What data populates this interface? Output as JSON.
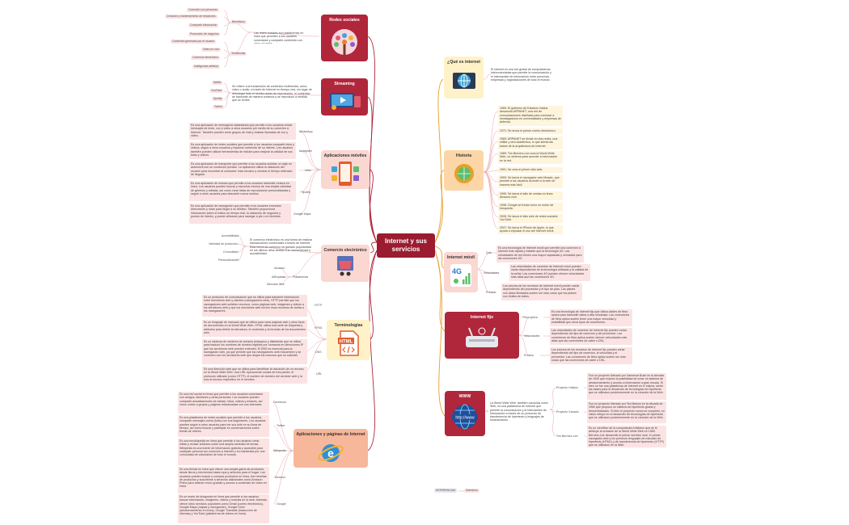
{
  "center": "Internet y sus servicios",
  "colors": {
    "left_branch": "#b0263b",
    "right_branch": "#e3a12a",
    "center": "#9b1b30"
  },
  "redes": {
    "title": "Redes sociales",
    "desc": "Las redes sociales son plataformas en línea que permiten a los usuarios conectarse y compartir contenido con otros usuarios.",
    "beneficios_label": "Beneficios",
    "beneficios": [
      "Conexión con personas",
      "Creación y mantenimiento de relaciones",
      "Compartir información",
      "Promoción de negocios"
    ],
    "tendencias_label": "Tendencias",
    "tendencias": [
      "Contenido generado por el usuario",
      "Video en vivo",
      "Comercio electrónico",
      "Inteligencia artificial"
    ]
  },
  "streaming": {
    "title": "Streaming",
    "desc": "Se refiere a la transmisión de contenido multimedia, como video o audio, a través de Internet en tiempo real, sin lugar de descargar todo el archivo antes de reproducirlo, el contenido se transmite de manera continua y se reproduce a medida que se recibe.",
    "items": [
      "Netflix",
      "YouTube",
      "Spotify",
      "Twitch"
    ]
  },
  "apps": {
    "title": "Aplicaciones móviles",
    "items": [
      {
        "label": "WhatsApp",
        "text": "Es una aplicación de mensajería instantánea que permite a los usuarios enviar mensajes de texto, voz y video a otros usuarios por medio de su conexión a Internet. También pueden crear grupos de chat y realizar llamadas de voz y video."
      },
      {
        "label": "Instagram",
        "text": "Es una aplicación de redes sociales que permite a los usuarios compartir fotos y videos, seguir a otros usuarios y explorar contenido de su interés. Los usuarios también pueden utilizar herramientas de edición para mejorar la calidad de sus fotos y videos."
      },
      {
        "label": "Uber",
        "text": "Es una aplicación de transporte que permite a los usuarios solicitar un viaje en automóvil con un conductor privado. La aplicación utiliza la ubicación del usuario para encontrar al conductor más cercano y mostrar el tiempo estimado de llegada."
      },
      {
        "label": "Spotify",
        "text": "Es una aplicación de música que permite a los usuarios transmitir música en línea. Los usuarios pueden buscar y escuchar música de una amplia variedad de géneros y artistas, así como crear listas de reproducción personalizadas y seguir a otros usuarios para descubrir nueva música."
      },
      {
        "label": "Google Maps",
        "text": "Es una aplicación de navegación que permite a los usuarios encontrar direcciones y rutas para llegar a un destino. También proporciona información sobre el tráfico en tiempo real, la ubicación de negocios y puntos de interés, y puede utilizarse para navegar a pie o en bicicleta."
      }
    ]
  },
  "comercio": {
    "title": "Comercio electrónico",
    "desc": "El comercio electrónico es una forma de realizar transacciones comerciales a través de Internet. Esta forma de comercio ha ganado popularidad en los últimos años debido a su conveniencia y accesibilidad.",
    "left": [
      "Accesibilidad",
      "Variedad de productos",
      "Comodidad",
      "Personalización"
    ],
    "plat_label": "Plataformas",
    "plataformas": [
      "Amazon",
      "AliExpress",
      "Mercado libre"
    ]
  },
  "termino": {
    "title": "Terminologías",
    "items": [
      {
        "label": "HTTP",
        "text": "Es un protocolo de comunicación que se utiliza para transferir información entre servidores web y clientes (navegadores web). HTTP permite que los navegadores web soliciten recursos, como páginas web, imágenes y videos a los servidores web y que los servidores web envíen esos recursos de vuelta a los navegadores."
      },
      {
        "label": "HTML",
        "text": "Es un lenguaje de marcado que se utiliza para crear páginas web y otros tipos de documentos en la World Wide Web. HTML utiliza una serie de etiquetas y atributos para definir la estructura, el contenido y la formato de los documentos web."
      },
      {
        "label": "DNS",
        "text": "Es un sistema de nombres de dominio jerárquico y distribuido que se utiliza para traducir los nombres de dominio legibles por humanos en direcciones IP que los servidores web pueden entender. El DNS es esencial para la navegación web, ya que permite que los navegadores web encuentren y se conecten con los servidores web que alojan los recursos que se solicitan."
      },
      {
        "label": "URL",
        "text": "Es una dirección web que se utiliza para identificar la ubicación de un recurso en la World Wide Web. Una URL típicamente consta de tres partes: el protocolo utilizado (como HTTP), el nombre de dominio del servidor web y la ruta al recurso específico en el servidor."
      }
    ]
  },
  "paginas": {
    "title": "Aplicaciones y páginas de Internet",
    "items": [
      {
        "label": "Facebook",
        "text": "Es una red social en línea que permite a los usuarios conectarse con amigos, familiares y otras personas. Los usuarios pueden compartir actualizaciones de estado, fotos, videos y enlaces, así como unirse a grupos y páginas relacionadas con sus intereses."
      },
      {
        "label": "Twitter",
        "text": "Es una plataforma de redes sociales que permite a los usuarios compartir mensajes cortos (tuits) con sus seguidores. Los usuarios pueden seguir a otros usuarios para ver sus tuits en su línea de tiempo, así como buscar y participar en conversaciones sobre temas de interés."
      },
      {
        "label": "Wikipedia",
        "text": "Es una enciclopedia en línea que permite a los usuarios crear, editar y revisar artículos sobre una amplia variedad de temas. Wikipedia es una fuente de información gratuita y accesible para cualquier persona con conexión a Internet y es mantenida por una comunidad de voluntarios de todo el mundo."
      },
      {
        "label": "Amazon",
        "text": "Es una tienda en línea que ofrece una amplia gama de productos, desde libros y electrónica hasta ropa y artículos para el hogar. Los usuarios pueden buscar y comprar productos en línea, leer reseñas de productos y suscribirse a servicios adicionales como Amazon Prime para obtener envío gratuito y acceso a contenido de video en línea."
      },
      {
        "label": "Google",
        "text": "Es un motor de búsqueda en línea que permite a los usuarios buscar información, imágenes, videos y noticias en la web. Además, ofrece otros servicios populares como Gmail (correo electrónico), Google Maps (mapas y navegación), Google Drive (almacenamiento en línea), Google Translate (traducción de idiomas) y YouTube (plataforma de videos en línea)."
      }
    ]
  },
  "que_es": {
    "title": "¿Qué es internet",
    "desc": "El internet es una red global de computadoras interconectadas que permite la comunicación y el intercambio de información entre personas, empresas y organizaciones de todo el mundo."
  },
  "historia": {
    "title": "Historia",
    "items": [
      "1969: El gobierno de Estados Unidos desarrolla ARPANET, una red de comunicaciones diseñada para conectar a investigadores en universidades y empresas de defensa.",
      "1971: Se envía el primer correo electrónico.",
      "1983: ARPANET se divide en dos redes, una militar y otra académica, lo que sienta las bases de la arquitectura de Internet.",
      "1989: Tim Berners-Lee crea la World Wide Web, un sistema para acceder a información en la red.",
      "1991: Se crea el primer sitio web.",
      "1993: Se lanza el navegador web Mosaic, que permite a los usuarios acceder a la web de manera más fácil.",
      "1995: Se lanza el sitio de ventas en línea Amazon.com.",
      "1998: Google se funda como un motor de búsqueda.",
      "2005: Se lanza el sitio web de redes sociales YouTube.",
      "2007: Se lanza el iPhone de Apple, lo que ayuda a impulsar el uso del Internet móvil."
    ]
  },
  "movil": {
    "title": "Internet móvil",
    "items": [
      {
        "label": "Qué",
        "text": "Es una tecnología de Internet móvil que permite una conexión a Internet más rápida y estable que la tecnología 3G. Las velocidades de red tienen una mayor capacidad y velocidad para las conexiones 5G."
      },
      {
        "label": "Velocidades",
        "text": "Las velocidades de conexión de Internet móvil pueden variar dependiendo de la tecnología utilizada y la calidad de la señal. Las conexiones 4G pueden ofrecer velocidades más altas que las conexiones 3G."
      },
      {
        "label": "Precios",
        "text": "Los precios de los servicios de Internet móvil pueden variar dependiendo del proveedor y el tipo de plan. Los planes con datos ilimitados suelen ser más caros que los planes con límites de datos."
      }
    ]
  },
  "fijo": {
    "title": "Internet fijo",
    "items": [
      {
        "label": "Fibra óptica",
        "text": "Es una tecnología de Internet fijo que utiliza cables de fibra óptica para transmitir datos a alta velocidad. Las conexiones de fibra óptica suelen tener una mayor velocidad y estabilidad que otros tipos de conexiones."
      },
      {
        "label": "Velocidades",
        "text": "Las velocidades de conexión de Internet fijo pueden variar dependiendo del tipo de conexión y del proveedor. Las conexiones de fibra óptica suelen ofrecer velocidades más altas que las conexiones de cable o DSL."
      },
      {
        "label": "Precios",
        "text": "Los precios de los servicios de Internet fijo pueden variar dependiendo del tipo de conexión, la velocidad y el proveedor. Las conexiones de fibra óptica suelen ser más caras que las conexiones de cable o DSL."
      }
    ]
  },
  "www": {
    "title": "WWW",
    "desc": "La World Wide Web, también conocida como Web, es una plataforma de Internet que permite la comunicación y el intercambio de información a través de un protocolo de transferencia de hipertexto y lenguajes de programación.",
    "items": [
      {
        "label": "Proyecto Hallazo",
        "text": "Fue un proyecto liderado por Vannevar Bush en la década de 1940 que exploró la posibilidad de crear un sistema de almacenamiento y acceso a información a gran escala. Si bien no fue una plataforma de Internet en sí misma, sentó las bases para el desarrollo de tecnologías de hipertexto que se utilizaron posteriormente en la creación de la Web."
      },
      {
        "label": "Proyecto Xanadu",
        "text": "Fue un proyecto liderado por Ted Nelson en la década de 1960 que propuso un sistema de hipertexto global y descentralizado. Si bien el proyecto nunca se completó, su visión influyó en el desarrollo de tecnologías de hipertexto que se utilizaron posteriormente en la creación de la Web."
      },
      {
        "label": "Tim Berners-Lee",
        "text": "Es un científico de la computación británico que se le atribuye la creación de la World Wide Web en 1989. Berners-Lee desarrolló el primer servidor web, el primer navegador web y los primeros lenguajes de marcado de hipertexto (HTML) y de transferencia de hipertexto (HTTP) que se utilizaron en la Web."
      }
    ]
  },
  "referencias": {
    "label": "REFERENCIAS",
    "value": "Sabiduría"
  }
}
